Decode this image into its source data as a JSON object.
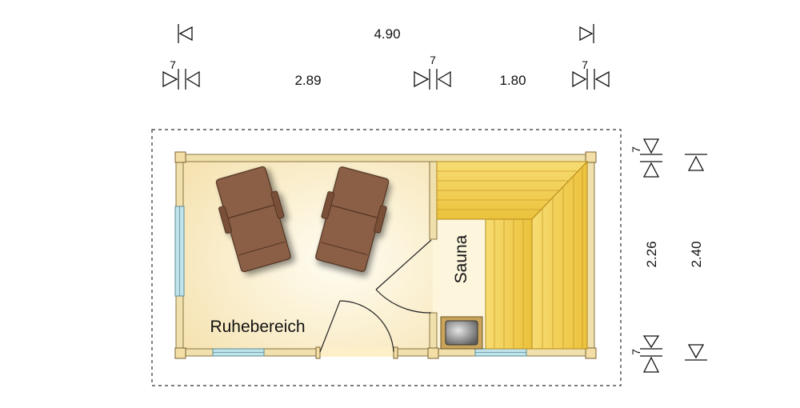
{
  "dimensions": {
    "overall_width": "4.90",
    "rest_area_width": "2.89",
    "sauna_width": "1.80",
    "wall_thickness_label": "7",
    "inner_depth": "2.26",
    "outer_depth": "2.40"
  },
  "rooms": {
    "rest_area": "Ruhebereich",
    "sauna": "Sauna"
  },
  "icons": [
    "dimension-arrow-icon",
    "lounger-icon",
    "sauna-stove-icon",
    "door-swing-icon",
    "window-icon"
  ],
  "colors": {
    "floor_light": "#fffbe6",
    "floor_warm": "#f6e3b2",
    "bench_wood": "#f2cd48",
    "lounger": "#8b5e45",
    "window_glass": "#bfe3ea",
    "wall": "#e8d49a"
  }
}
